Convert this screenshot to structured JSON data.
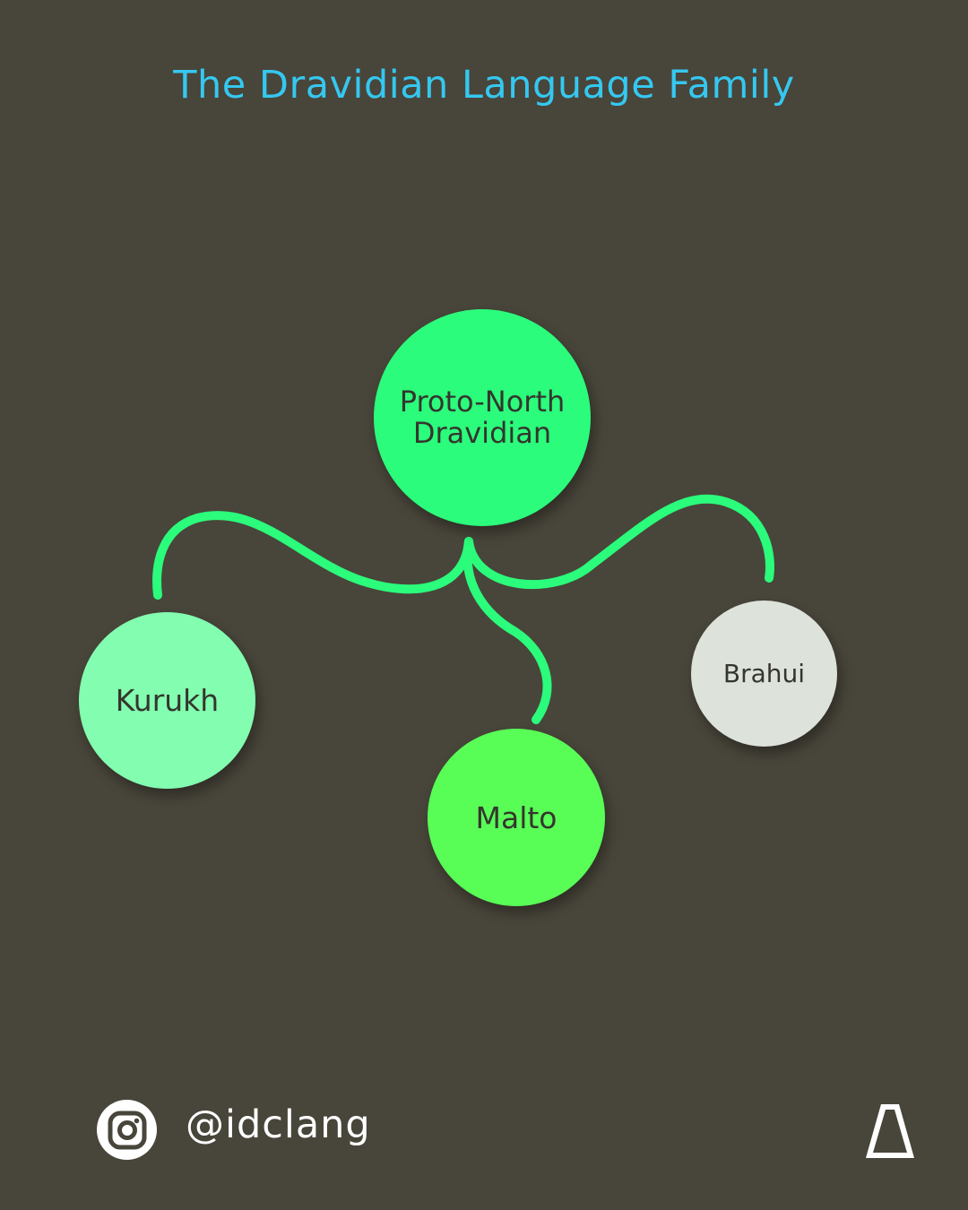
{
  "title": "The Dravidian Language Family",
  "colors": {
    "background": "#48453a",
    "title": "#35c8f0",
    "connector": "#2bfc7b",
    "node_text": "#34362e"
  },
  "diagram": {
    "root": {
      "label_lines": [
        "Proto-North",
        "Dravidian"
      ],
      "color": "#2bfc7b"
    },
    "children": [
      {
        "id": "kurukh",
        "label": "Kurukh",
        "color": "#83fdb0"
      },
      {
        "id": "malto",
        "label": "Malto",
        "color": "#58fd56"
      },
      {
        "id": "brahui",
        "label": "Brahui",
        "color": "#dde2da"
      }
    ],
    "edges": [
      {
        "from": "root",
        "to": "kurukh"
      },
      {
        "from": "root",
        "to": "malto"
      },
      {
        "from": "root",
        "to": "brahui"
      }
    ]
  },
  "footer": {
    "social_icon": "instagram-icon",
    "handle": "@idclang",
    "logo_icon": "delta-logo-icon"
  }
}
